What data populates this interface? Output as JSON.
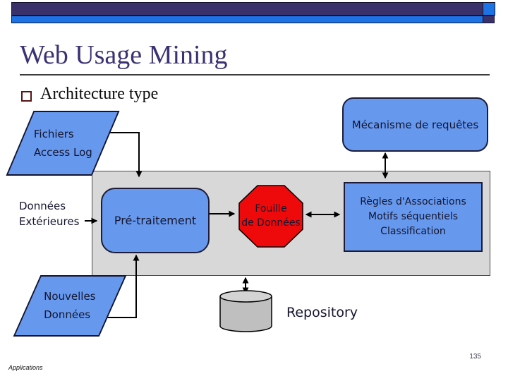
{
  "slide": {
    "title": "Web Usage Mining",
    "bullet": "Architecture type",
    "page_number": "135",
    "footer": "Applications"
  },
  "diagram": {
    "access_log": {
      "line1": "Fichiers",
      "line2": "Access Log"
    },
    "mecanisme": "Mécanisme de requêtes",
    "donnees_ext": {
      "line1": "Données",
      "line2": "Extérieures"
    },
    "pretraitement": "Pré-traitement",
    "fouille": {
      "line1": "Fouille",
      "line2": "de Données"
    },
    "regles": {
      "line1": "Règles d'Associations",
      "line2": "Motifs séquentiels",
      "line3": "Classification"
    },
    "nouvelles": {
      "line1": "Nouvelles",
      "line2": "Données"
    },
    "repository": "Repository"
  },
  "colors": {
    "accent_blue": "#1d72e4",
    "bar_navy": "#3a316b",
    "shape_blue": "#6699ee",
    "octagon_red": "#ee0a0a",
    "panel_gray": "#d8d8d8",
    "title_navy": "#3b3274",
    "bullet_maroon": "#5a1414"
  }
}
